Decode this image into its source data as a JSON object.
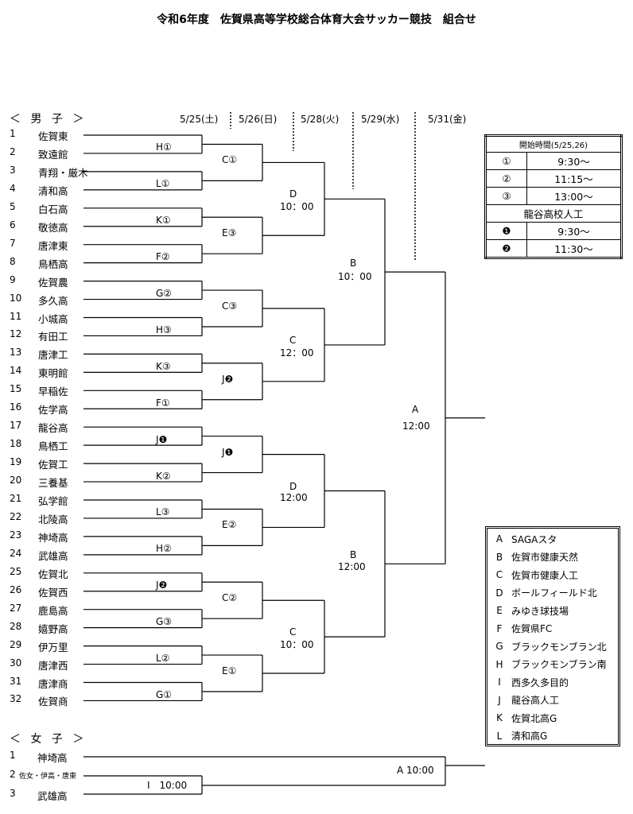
{
  "title": "令和6年度　佐賀県高等学校総合体育大会サッカー競技　組合せ",
  "boys_label": "＜ 男 子 ＞",
  "girls_label": "＜ 女 子 ＞",
  "dates": [
    "5/25(土)",
    "5/26(日)",
    "5/28(火)",
    "5/29(水)",
    "5/31(金)"
  ],
  "boys": [
    {
      "n": "1",
      "t": "佐賀東"
    },
    {
      "n": "2",
      "t": "致遠館"
    },
    {
      "n": "3",
      "t": "青翔・厳木"
    },
    {
      "n": "4",
      "t": "清和高"
    },
    {
      "n": "5",
      "t": "白石高"
    },
    {
      "n": "6",
      "t": "敬徳高"
    },
    {
      "n": "7",
      "t": "唐津東"
    },
    {
      "n": "8",
      "t": "鳥栖高"
    },
    {
      "n": "9",
      "t": "佐賀農"
    },
    {
      "n": "10",
      "t": "多久高"
    },
    {
      "n": "11",
      "t": "小城高"
    },
    {
      "n": "12",
      "t": "有田工"
    },
    {
      "n": "13",
      "t": "唐津工"
    },
    {
      "n": "14",
      "t": "東明館"
    },
    {
      "n": "15",
      "t": "早稲佐"
    },
    {
      "n": "16",
      "t": "佐学高"
    },
    {
      "n": "17",
      "t": "龍谷高"
    },
    {
      "n": "18",
      "t": "鳥栖工"
    },
    {
      "n": "19",
      "t": "佐賀工"
    },
    {
      "n": "20",
      "t": "三養基"
    },
    {
      "n": "21",
      "t": "弘学館"
    },
    {
      "n": "22",
      "t": "北陵高"
    },
    {
      "n": "23",
      "t": "神埼高"
    },
    {
      "n": "24",
      "t": "武雄高"
    },
    {
      "n": "25",
      "t": "佐賀北"
    },
    {
      "n": "26",
      "t": "佐賀西"
    },
    {
      "n": "27",
      "t": "鹿島高"
    },
    {
      "n": "28",
      "t": "嬉野高"
    },
    {
      "n": "29",
      "t": "伊万里"
    },
    {
      "n": "30",
      "t": "唐津西"
    },
    {
      "n": "31",
      "t": "唐津商"
    },
    {
      "n": "32",
      "t": "佐賀商"
    }
  ],
  "r1": [
    "H①",
    "L①",
    "K①",
    "F②",
    "G②",
    "H③",
    "K③",
    "F①",
    "J❶",
    "K②",
    "L③",
    "H②",
    "J❷",
    "G③",
    "L②",
    "G①"
  ],
  "r2": [
    "C①",
    "E③",
    "C③",
    "J❷",
    "J❶",
    "E②",
    "C②",
    "E①"
  ],
  "r3": [
    {
      "v": "D",
      "t": "10：00"
    },
    {
      "v": "C",
      "t": "12：00"
    },
    {
      "v": "D",
      "t": "12:00"
    },
    {
      "v": "C",
      "t": "10：00"
    }
  ],
  "r4": [
    {
      "v": "B",
      "t": "10：00"
    },
    {
      "v": "B",
      "t": "12:00"
    }
  ],
  "final": {
    "v": "A",
    "t": "12:00"
  },
  "girls": [
    {
      "n": "1",
      "t": "神埼高"
    },
    {
      "n": "2",
      "t": "佐女・伊高・唐東"
    },
    {
      "n": "3",
      "t": "武雄高"
    }
  ],
  "girls_r1": "I　10:00",
  "girls_final": "A 10:00",
  "times": {
    "header": "開始時間(5/25,26)",
    "rows1": [
      {
        "s": "①",
        "t": "9:30～"
      },
      {
        "s": "②",
        "t": "11:15～"
      },
      {
        "s": "③",
        "t": "13:00～"
      }
    ],
    "subheader": "龍谷高校人工",
    "rows2": [
      {
        "s": "❶",
        "t": "9:30～"
      },
      {
        "s": "❷",
        "t": "11:30～"
      }
    ]
  },
  "venues": [
    {
      "k": "A",
      "v": "SAGAスタ"
    },
    {
      "k": "B",
      "v": "佐賀市健康天然"
    },
    {
      "k": "C",
      "v": "佐賀市健康人工"
    },
    {
      "k": "D",
      "v": "ボールフィールド北"
    },
    {
      "k": "E",
      "v": "みゆき球技場"
    },
    {
      "k": "F",
      "v": "佐賀県FC"
    },
    {
      "k": "G",
      "v": "ブラックモンブラン北"
    },
    {
      "k": "H",
      "v": "ブラックモンブラン南"
    },
    {
      "k": "I",
      "v": "西多久多目的"
    },
    {
      "k": "J",
      "v": "龍谷高人工"
    },
    {
      "k": "K",
      "v": "佐賀北高G"
    },
    {
      "k": "L",
      "v": "清和高G"
    }
  ]
}
